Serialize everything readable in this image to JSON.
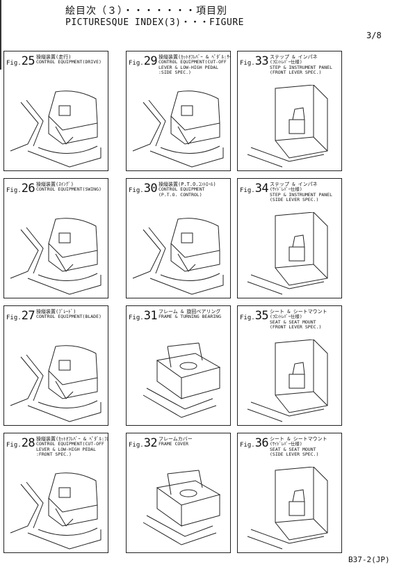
{
  "header": {
    "jp_title": "絵目次（３）・・・・・・・項目別",
    "en_title": "PICTURESQUE  INDEX(3)・・・FIGURE",
    "page": "3/8"
  },
  "footer": "B37-2(JP)",
  "figures": [
    {
      "fig": "25",
      "jp": "操縦装置(走行)",
      "en": "CONTROL EQUIPMENT(DRIVE)"
    },
    {
      "fig": "29",
      "jp": "操縦装置(ｶｯﾄｵﾌﾚﾊﾞｰ &\n ﾍﾟﾀﾞﾙ:ｻｲﾄﾞ仕様)",
      "en": "CONTROL EQUIPMENT(CUT-OFF\nLEVER & LOW-HIGH PEDAL\n:SIDE SPEC.)"
    },
    {
      "fig": "33",
      "jp": "ステップ & インパネ",
      "en": "(ﾌﾛﾝﾄﾚﾊﾞｰ仕様)\nSTEP & INSTRUMENT PANEL\n(FRONT LEVER SPEC.)"
    },
    {
      "fig": "26",
      "jp": "操縦装置(ｽｲﾝｸﾞ)",
      "en": "CONTROL EQUIPMENT(SWING)"
    },
    {
      "fig": "30",
      "jp": "操縦装置(P.T.O.ｺﾝﾄﾛｰﾙ)",
      "en": "CONTROL EQUIPMENT\n(P.T.O. CONTROL)"
    },
    {
      "fig": "34",
      "jp": "ステップ & インパネ",
      "en": "(ｻｲﾄﾞﾚﾊﾞｰ仕様)\nSTEP & INSTRUMENT PANEL\n(SIDE LEVER SPEC.)"
    },
    {
      "fig": "27",
      "jp": "操縦装置(ﾌﾞﾚｰﾄﾞ)",
      "en": "CONTROL EQUIPMENT(BLADE)"
    },
    {
      "fig": "31",
      "jp": "フレーム & 旋回ベアリング",
      "en": "FRAME & TURNING BEARING"
    },
    {
      "fig": "35",
      "jp": "シート & シートマウント",
      "en": "(ﾌﾛﾝﾄﾚﾊﾞｰ仕様)\nSEAT & SEAT MOUNT\n(FRONT LEVER SPEC.)"
    },
    {
      "fig": "28",
      "jp": "操縦装置(ｶｯﾄｵﾌﾚﾊﾞｰ &\n ﾍﾟﾀﾞﾙ:ﾌﾛﾝﾄ仕様)",
      "en": "CONTROL EQUIPMENT(CUT-OFF\nLEVER & LOW-HIGH PEDAL\n:FRONT SPEC.)"
    },
    {
      "fig": "32",
      "jp": "フレームカバー",
      "en": "FRAME COVER"
    },
    {
      "fig": "36",
      "jp": "シート & シートマウント",
      "en": "(ｻｲﾄﾞﾚﾊﾞｰ仕様)\nSEAT & SEAT MOUNT\n(SIDE LEVER SPEC.)"
    }
  ]
}
